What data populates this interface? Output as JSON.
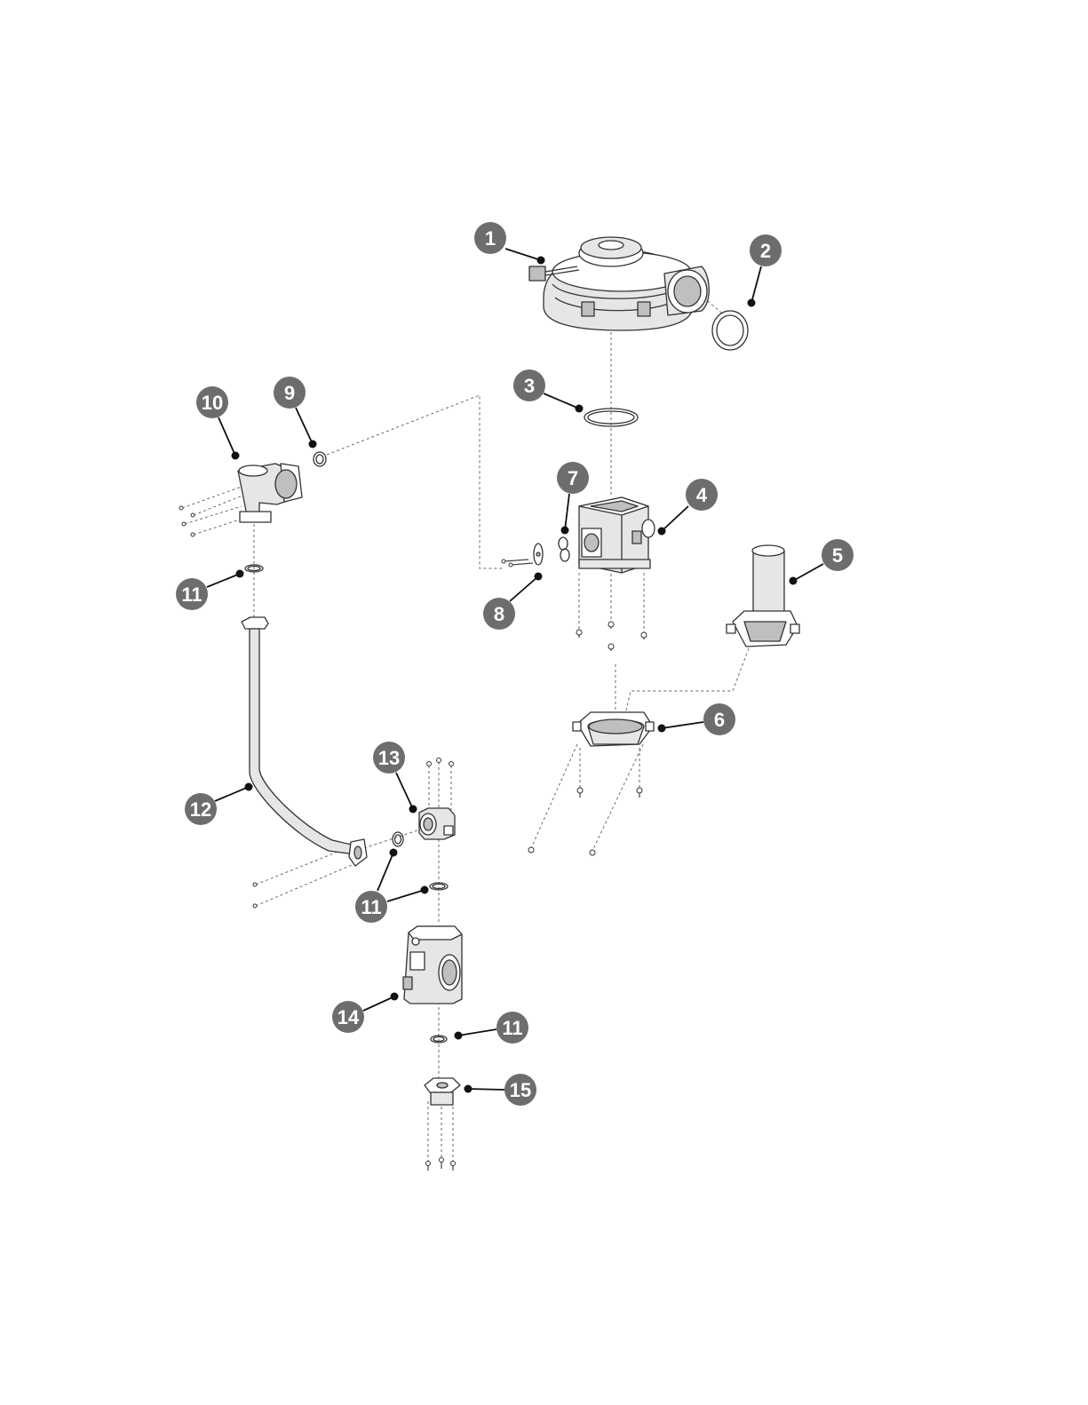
{
  "callouts": [
    {
      "id": "c1",
      "label": "1"
    },
    {
      "id": "c2",
      "label": "2"
    },
    {
      "id": "c3",
      "label": "3"
    },
    {
      "id": "c4",
      "label": "4"
    },
    {
      "id": "c5",
      "label": "5"
    },
    {
      "id": "c6",
      "label": "6"
    },
    {
      "id": "c7",
      "label": "7"
    },
    {
      "id": "c8",
      "label": "8"
    },
    {
      "id": "c9",
      "label": "9"
    },
    {
      "id": "c10",
      "label": "10"
    },
    {
      "id": "c11a",
      "label": "11"
    },
    {
      "id": "c11b",
      "label": "11"
    },
    {
      "id": "c11c",
      "label": "11"
    },
    {
      "id": "c11d",
      "label": "11"
    },
    {
      "id": "c12",
      "label": "12"
    },
    {
      "id": "c13",
      "label": "13"
    },
    {
      "id": "c14",
      "label": "14"
    },
    {
      "id": "c15",
      "label": "15"
    }
  ],
  "colors": {
    "callout_fill": "#6d6d6d",
    "callout_text": "#ffffff",
    "line": "#333333",
    "leader": "#111111"
  }
}
